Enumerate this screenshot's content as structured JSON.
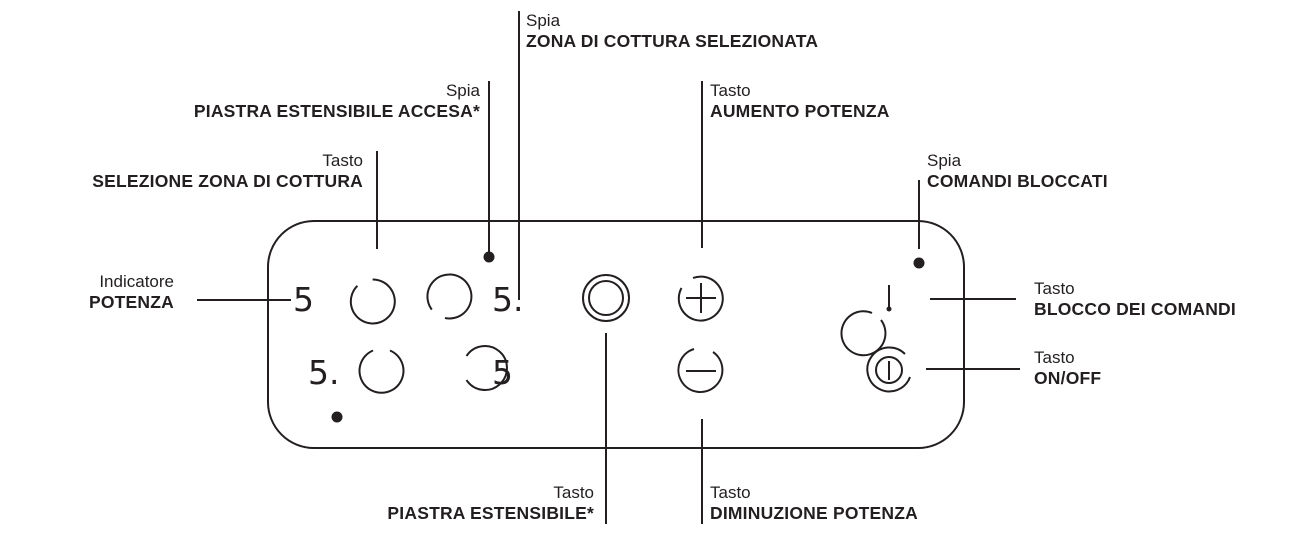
{
  "diagram": {
    "type": "control-panel-callout",
    "stroke_color": "#231f20",
    "background": "#ffffff"
  },
  "labels": {
    "zona_selezionata": {
      "sub": "Spia",
      "main": "ZONA DI COTTURA SELEZIONATA"
    },
    "piastra_accesa": {
      "sub": "Spia",
      "main": "PIASTRA ESTENSIBILE ACCESA*"
    },
    "aumento": {
      "sub": "Tasto",
      "main": "AUMENTO POTENZA"
    },
    "selezione_zona": {
      "sub": "Tasto",
      "main": "SELEZIONE ZONA DI COTTURA"
    },
    "comandi_bloccati": {
      "sub": "Spia",
      "main": "COMANDI BLOCCATI"
    },
    "indicatore": {
      "sub": "Indicatore",
      "main": "POTENZA"
    },
    "blocco": {
      "sub": "Tasto",
      "main": "BLOCCO DEI COMANDI"
    },
    "onoff": {
      "sub": "Tasto",
      "main": "ON/OFF"
    },
    "piastra_estensibile": {
      "sub": "Tasto",
      "main": "PIASTRA ESTENSIBILE*"
    },
    "diminuzione": {
      "sub": "Tasto",
      "main": "DIMINUZIONE POTENZA"
    }
  },
  "panel": {
    "displays": {
      "front_left": "5",
      "rear_right": "5.",
      "rear_left": "5.",
      "front_right": "5"
    }
  }
}
